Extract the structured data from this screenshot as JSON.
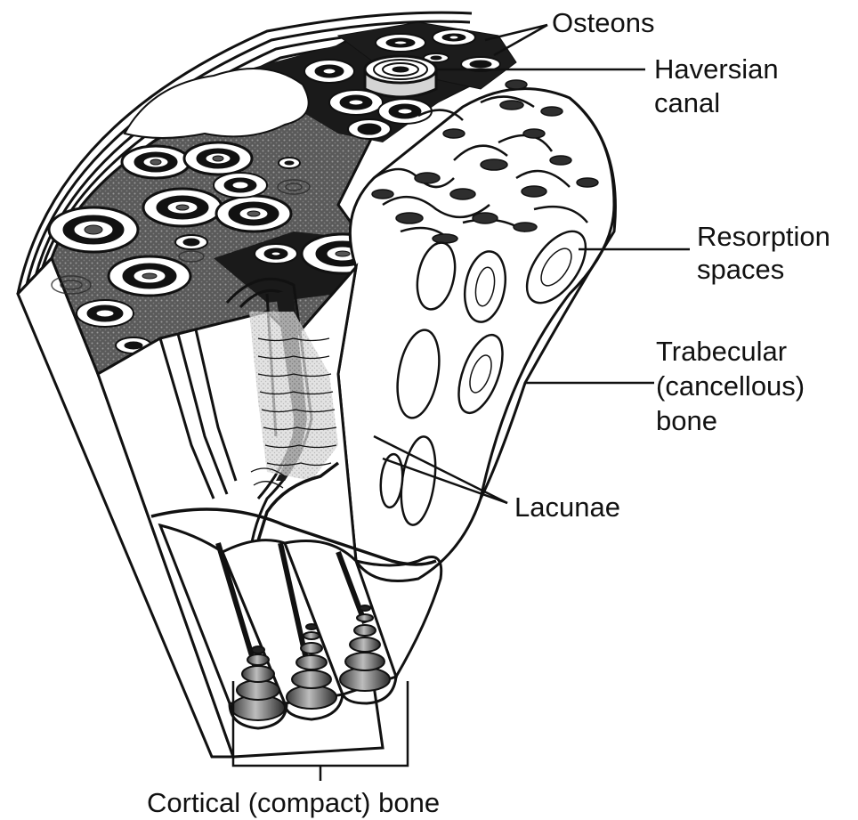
{
  "diagram": {
    "labels": {
      "osteons": "Osteons",
      "haversian_line1": "Haversian",
      "haversian_line2": "canal",
      "resorption_line1": "Resorption",
      "resorption_line2": "spaces",
      "trabecular_line1": "Trabecular",
      "trabecular_line2": "(cancellous)",
      "trabecular_line3": "bone",
      "lacunae": "Lacunae",
      "cortical": "Cortical (compact) bone"
    },
    "colors": {
      "ink": "#111111",
      "dark_fill": "#2e2e2e",
      "stipple": "#8c8c8c",
      "paper": "#ffffff"
    }
  }
}
